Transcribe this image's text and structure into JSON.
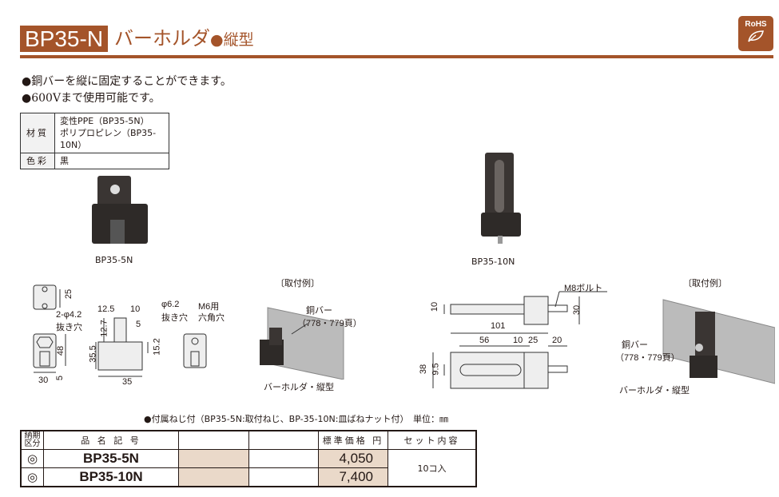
{
  "header": {
    "model": "BP35-N",
    "title": "バーホルダ",
    "subtitle": "●縦型",
    "rohs": "RoHS"
  },
  "features": [
    "●銅バーを縦に固定することができます。",
    "●600Vまで使用可能です。"
  ],
  "specs": [
    {
      "label": "材質",
      "lines": [
        "変性PPE（BP35-5N）",
        "ポリプロピレン（BP35-10N）"
      ]
    },
    {
      "label": "色彩",
      "lines": [
        "黒"
      ]
    }
  ],
  "photos": [
    {
      "caption": "BP35-5N"
    },
    {
      "caption": "BP35-10N"
    }
  ],
  "drawing_5n": {
    "dims": [
      "25",
      "2-φ4.2",
      "抜き穴",
      "48",
      "30",
      "5",
      "12.5",
      "10",
      "12.7",
      "5",
      "35.5",
      "15.2",
      "35",
      "φ6.2",
      "抜き穴",
      "M6用",
      "六角穴"
    ]
  },
  "example_5n": {
    "title": "〔取付例〕",
    "bar": "銅バー",
    "bar_ref": "（778・779頁）",
    "holder": "バーホルダ・縦型"
  },
  "drawing_10n": {
    "dims": [
      "10",
      "30",
      "M8ボルト",
      "101",
      "56",
      "10",
      "25",
      "20",
      "38",
      "9.5"
    ]
  },
  "example_10n": {
    "title": "〔取付例〕",
    "bar": "銅バー",
    "bar_ref": "（778・779頁）",
    "holder": "バーホルダ・縦型"
  },
  "note": "●付属ねじ付（BP35-5N:取付ねじ、BP-35-10N:皿ばねナット付）　単位：㎜",
  "price_table": {
    "headers": [
      "納期区分",
      "品 名 記 号",
      "",
      "",
      "標準価格 円",
      "セット内容"
    ],
    "rows": [
      {
        "delivery": "◎",
        "name": "BP35-5N",
        "price": "4,050"
      },
      {
        "delivery": "◎",
        "name": "BP35-10N",
        "price": "7,400"
      }
    ],
    "set": "10コ入"
  },
  "colors": {
    "brand": "#a4542a",
    "tan": "#ead9c9"
  }
}
